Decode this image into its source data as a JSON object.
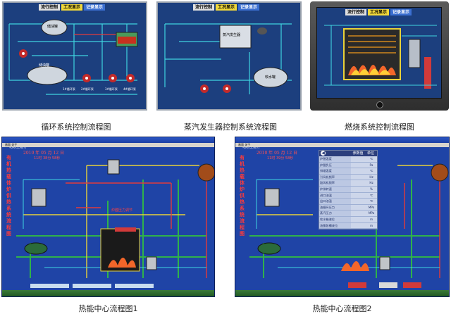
{
  "captions": {
    "circulation": "循环系统控制流程图",
    "steam": "蒸汽发生器控制系统流程图",
    "combustion": "燃烧系统控制流程图",
    "center1": "热能中心流程图1",
    "center2": "热能中心流程图2"
  },
  "circulation_panel": {
    "tabs": [
      "流行控制",
      "工况显示",
      "记录显示"
    ],
    "tank_top": "储油罐",
    "tank_bottom": "储油罐",
    "pumps": [
      "1#循环泵",
      "2#循环泵",
      "3#循环泵",
      "4#循环泵"
    ]
  },
  "steam_panel": {
    "tabs": [
      "流行控制",
      "工况显示",
      "记录显示"
    ],
    "generator": "蒸汽发生器",
    "softwater": "软水罐"
  },
  "combustion_panel": {
    "tabs": [
      "流行控制",
      "工况显示",
      "记录显示"
    ]
  },
  "center1": {
    "date": "2010 年 05 月 12 日",
    "time": "11时 38分 58秒",
    "title_vertical": "有机热载体炉供热系统流程图",
    "window_title": "组态王运行",
    "menu": "画面  关于",
    "furnace": "炉膛压力调节"
  },
  "center2": {
    "date": "2010 年 05 月 12 日",
    "time": "11时 39分 58秒",
    "title_vertical": "有机热载体炉供热系统流程图",
    "window_title": "组态王运行",
    "menu": "画面  关于",
    "table_headers": [
      "",
      "参数值",
      "单位"
    ],
    "table_rows": [
      {
        "name": "炉膛温度",
        "unit": "℃"
      },
      {
        "name": "炉膛负压",
        "unit": "Pa"
      },
      {
        "name": "排烟温度",
        "unit": "℃"
      },
      {
        "name": "引风机频率",
        "unit": "Hz"
      },
      {
        "name": "鼓风机频率",
        "unit": "Hz"
      },
      {
        "name": "炉排转速",
        "unit": "%"
      },
      {
        "name": "进口油温",
        "unit": "℃"
      },
      {
        "name": "出口油温",
        "unit": "℃"
      },
      {
        "name": "油循环压力",
        "unit": "MPa"
      },
      {
        "name": "蒸汽压力",
        "unit": "MPa"
      },
      {
        "name": "软水箱液位",
        "unit": "m"
      },
      {
        "name": "油膨胀槽液位",
        "unit": "m"
      }
    ]
  },
  "colors": {
    "hmi_blue": "#1c3f7e",
    "pipe_cyan": "#3fd4e0",
    "pipe_red": "#e23b3b",
    "pipe_yellow": "#e8d23a",
    "pipe_green": "#2fb24a"
  }
}
